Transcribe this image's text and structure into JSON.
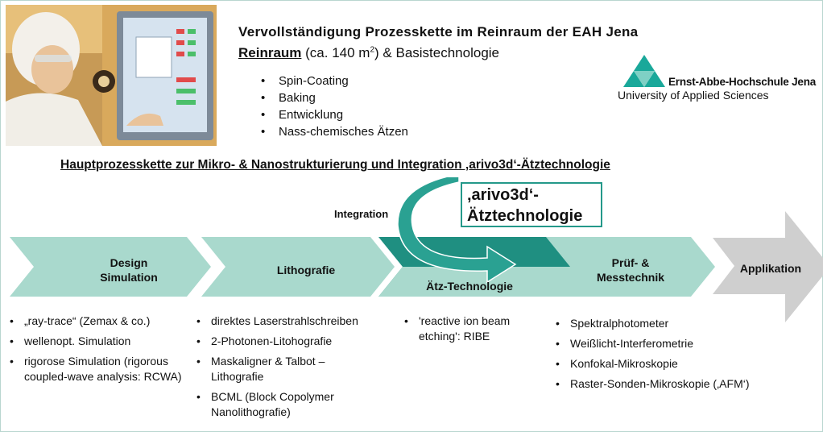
{
  "header": {
    "title": "Vervollständigung Prozesskette im Reinraum der EAH Jena",
    "subtitle_underlined": "Reinraum",
    "subtitle_rest_before_sup": " (ca. 140 m",
    "subtitle_sup": "2",
    "subtitle_rest_after_sup": ") & Basistechnologie"
  },
  "basis_list": [
    "Spin-Coating",
    "Baking",
    "Entwicklung",
    "Nass-chemisches Ätzen"
  ],
  "logo": {
    "name": "Ernst-Abbe-Hochschule Jena",
    "sub": "University of Applied Sciences",
    "color": "#1aa89a"
  },
  "main_heading": "Hauptprozesskette zur Mikro- & Nanostrukturierung und Integration ‚arivo3d‘-Ätztechnologie",
  "diagram": {
    "integration_label": "Integration",
    "callout_line1": "‚arivo3d‘-",
    "callout_line2": "Ätztechnologie",
    "stages": [
      {
        "line1": "Design",
        "line2": "Simulation"
      },
      {
        "line1": "Lithografie",
        "line2": ""
      },
      {
        "line1": "Ätz-Technologie",
        "line2": ""
      },
      {
        "line1": "Prüf- &",
        "line2": "Messtechnik"
      },
      {
        "line1": "Applikation",
        "line2": ""
      }
    ],
    "colors": {
      "light": "#a9d9cd",
      "dark": "#1f8f81",
      "arrow": "#2aa192",
      "grey": "#cfcfcf"
    }
  },
  "columns": [
    [
      "„ray-trace“ (Zemax & co.)",
      "wellenopt.  Simulation",
      "rigorose Simulation (rigorous coupled-wave analysis: RCWA)"
    ],
    [
      "direktes Laserstrahlschreiben",
      "2-Photonen-Litohografie",
      "Maskaligner & Talbot – Lithografie",
      "BCML (Block Copolymer Nanolithografie)"
    ],
    [
      "'reactive ion beam etching': RIBE"
    ],
    [
      "Spektralphotometer",
      "Weißlicht-Interferometrie",
      "Konfokal-Mikroskopie",
      "Raster-Sonden-Mikroskopie (‚AFM‘)"
    ]
  ]
}
